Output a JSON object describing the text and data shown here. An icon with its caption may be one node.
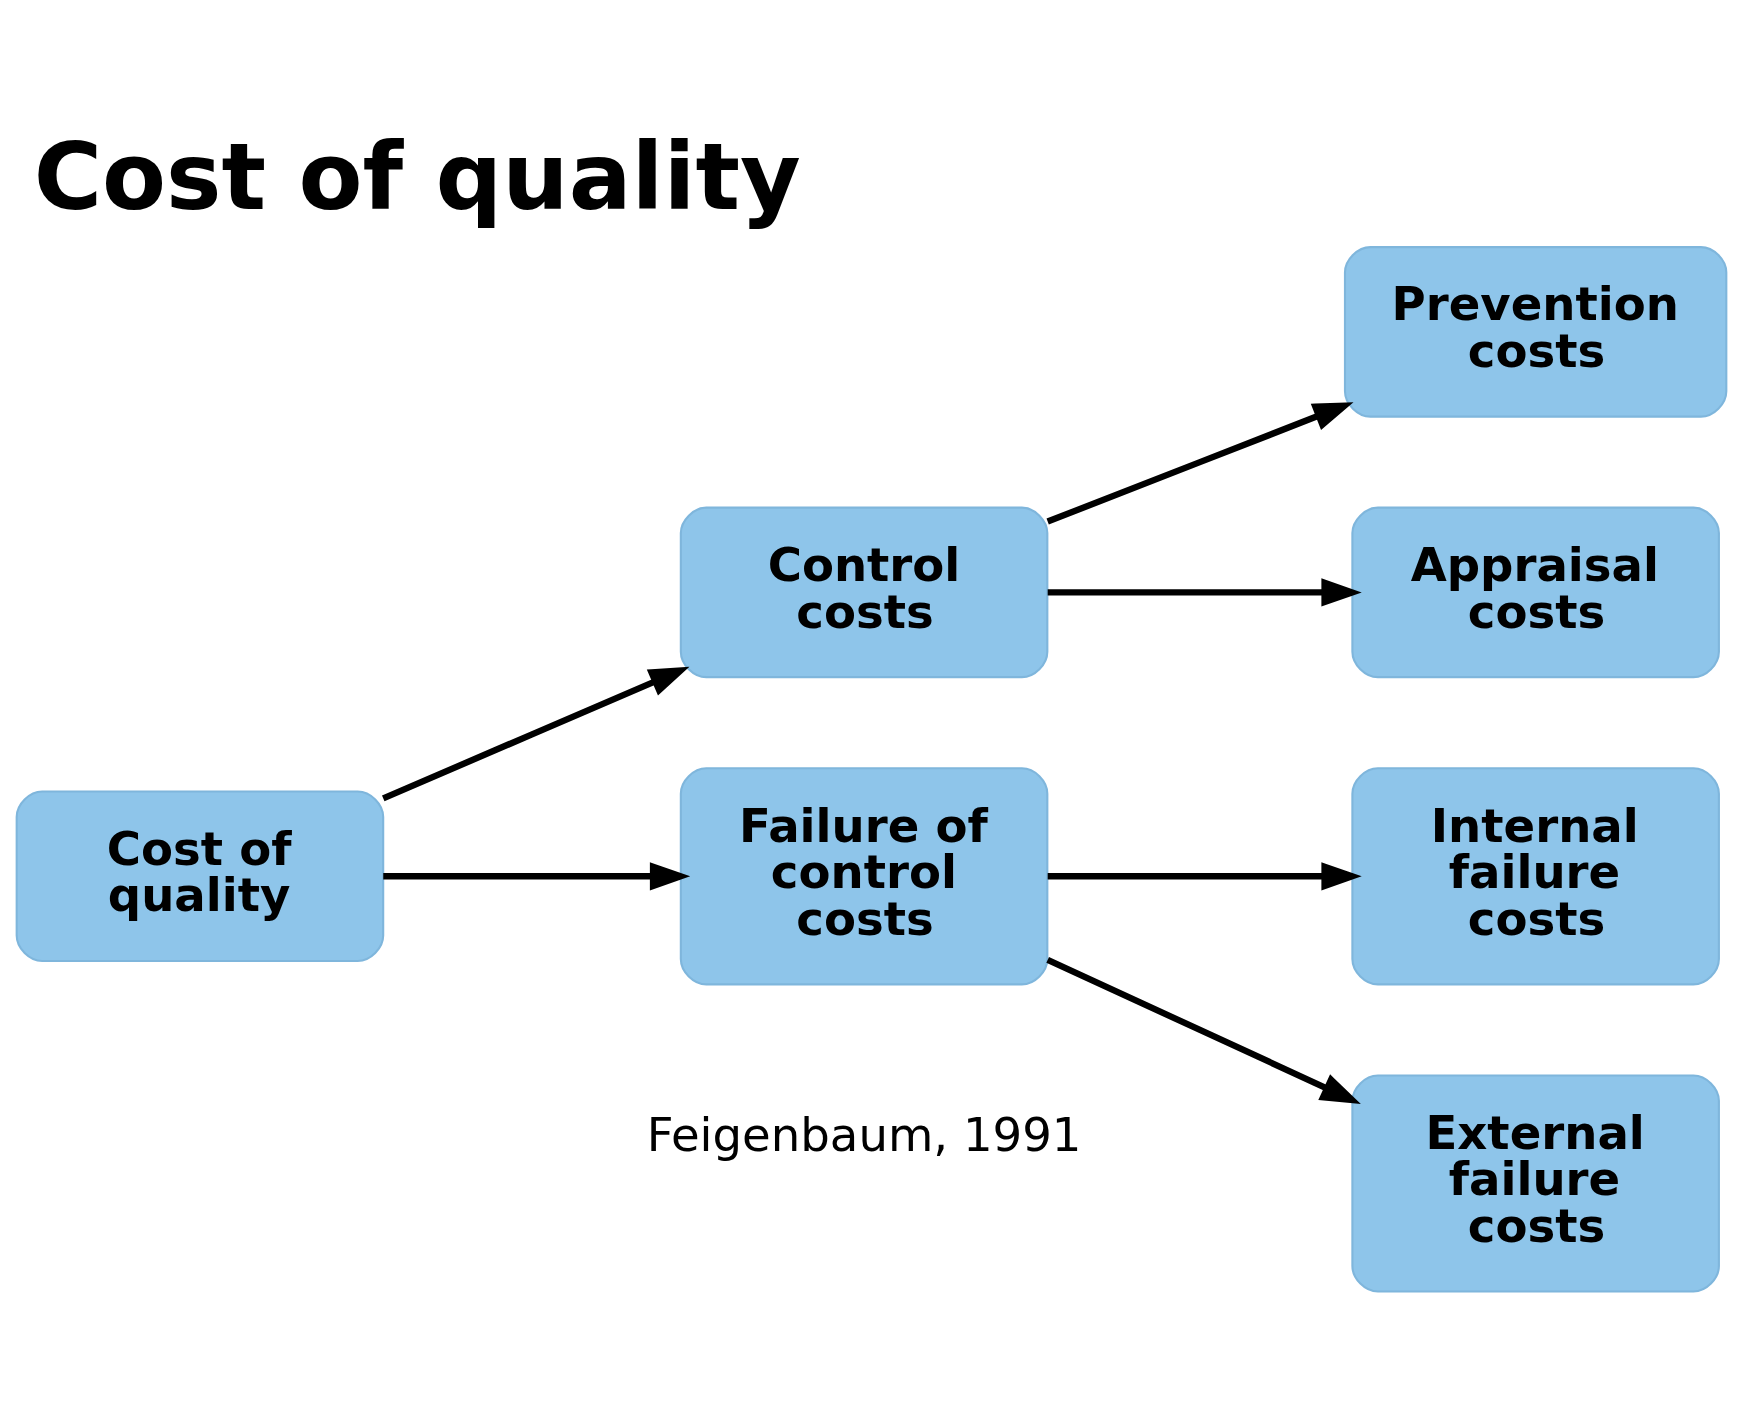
{
  "diagram": {
    "title": "Cost of quality",
    "nodes": [
      {
        "text": [
          "Cost of quality"
        ]
      },
      {
        "text": [
          "Control costs"
        ]
      },
      {
        "text": [
          "Failure of control costs"
        ]
      },
      {
        "text": [
          "Prevention costs"
        ]
      },
      {
        "text": [
          "Appraisal costs"
        ]
      },
      {
        "text": [
          "Internal failure costs"
        ]
      },
      {
        "text": [
          "External failure costs"
        ]
      }
    ],
    "edges": [
      {
        "from": 0,
        "to": 1,
        "arrow": "to"
      },
      {
        "from": 0,
        "to": 2,
        "arrow": "to"
      },
      {
        "from": 1,
        "to": 3,
        "arrow": "to"
      },
      {
        "from": 1,
        "to": 4,
        "arrow": "to"
      },
      {
        "from": 2,
        "to": 5,
        "arrow": "to"
      },
      {
        "from": 2,
        "to": 6,
        "arrow": "to"
      }
    ],
    "labels": [
      "Feigenbaum, 1991"
    ]
  }
}
